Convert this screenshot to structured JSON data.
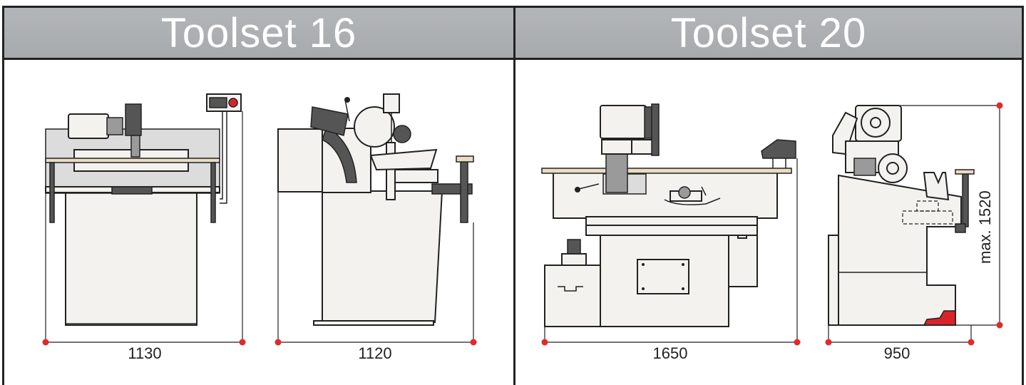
{
  "panels": {
    "left_title": "Toolset 16",
    "right_title": "Toolset 20"
  },
  "dimensions": {
    "t16_front_width": "1130",
    "t16_side_width": "1120",
    "t20_front_width": "1650",
    "t20_side_width": "950",
    "t20_height": "max. 1520"
  },
  "colors": {
    "header_bg": "#adb0b2",
    "outline": "#222222",
    "machine_fill": "#f3f2ee",
    "dim_dot": "#e02a2a",
    "accent_red": "#d8232a",
    "table_wood": "#e8dcc4"
  }
}
